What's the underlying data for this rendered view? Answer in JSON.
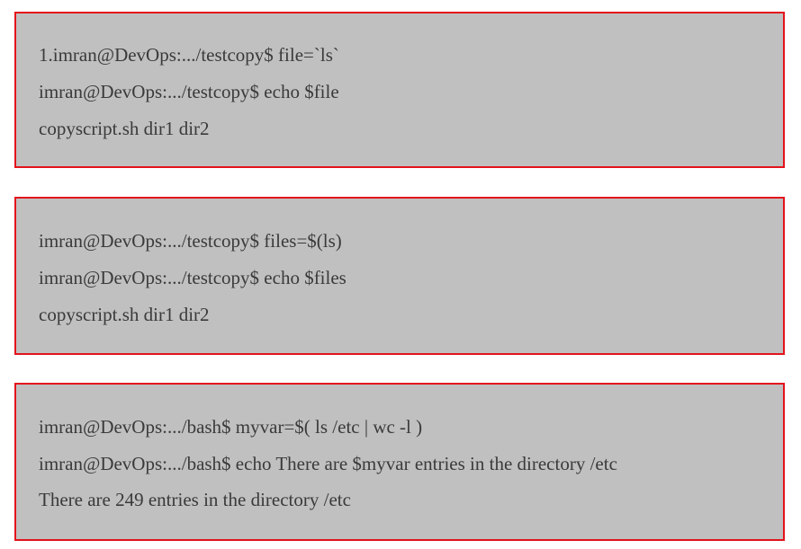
{
  "blocks": [
    {
      "lines": [
        "1.imran@DevOps:.../testcopy$ file=`ls`",
        "imran@DevOps:.../testcopy$ echo $file",
        "copyscript.sh dir1 dir2"
      ]
    },
    {
      "lines": [
        "imran@DevOps:.../testcopy$ files=$(ls)",
        "imran@DevOps:.../testcopy$ echo $files",
        "copyscript.sh dir1 dir2"
      ]
    },
    {
      "lines": [
        "imran@DevOps:.../bash$ myvar=$( ls /etc | wc -l )",
        "imran@DevOps:.../bash$ echo There are $myvar entries in the directory /etc",
        "There are 249 entries in the directory /etc"
      ]
    }
  ],
  "colors": {
    "block_background": "#c0c0c0",
    "block_border": "#e3131b",
    "text": "#3a3a3a"
  }
}
